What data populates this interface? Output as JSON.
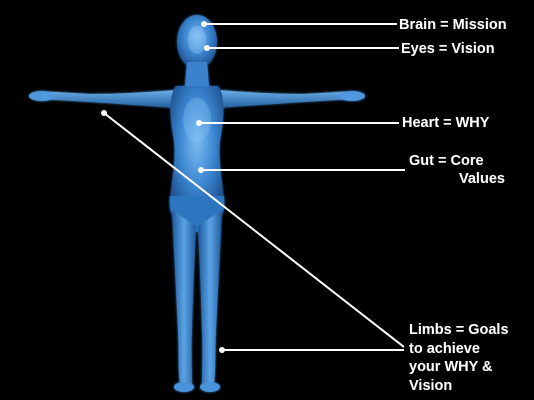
{
  "colors": {
    "background": "#000000",
    "body_fill": "#2f78c4",
    "body_highlight": "#6fb0ee",
    "leader_line": "#ffffff",
    "label_text": "#ffffff"
  },
  "labels": {
    "brain": "Brain = Mission",
    "eyes": "Eyes = Vision",
    "heart": "Heart = WHY",
    "gut": [
      "Gut = Core",
      "Values"
    ],
    "limbs": [
      "Limbs = Goals",
      "to achieve",
      "your WHY &",
      "Vision"
    ]
  }
}
